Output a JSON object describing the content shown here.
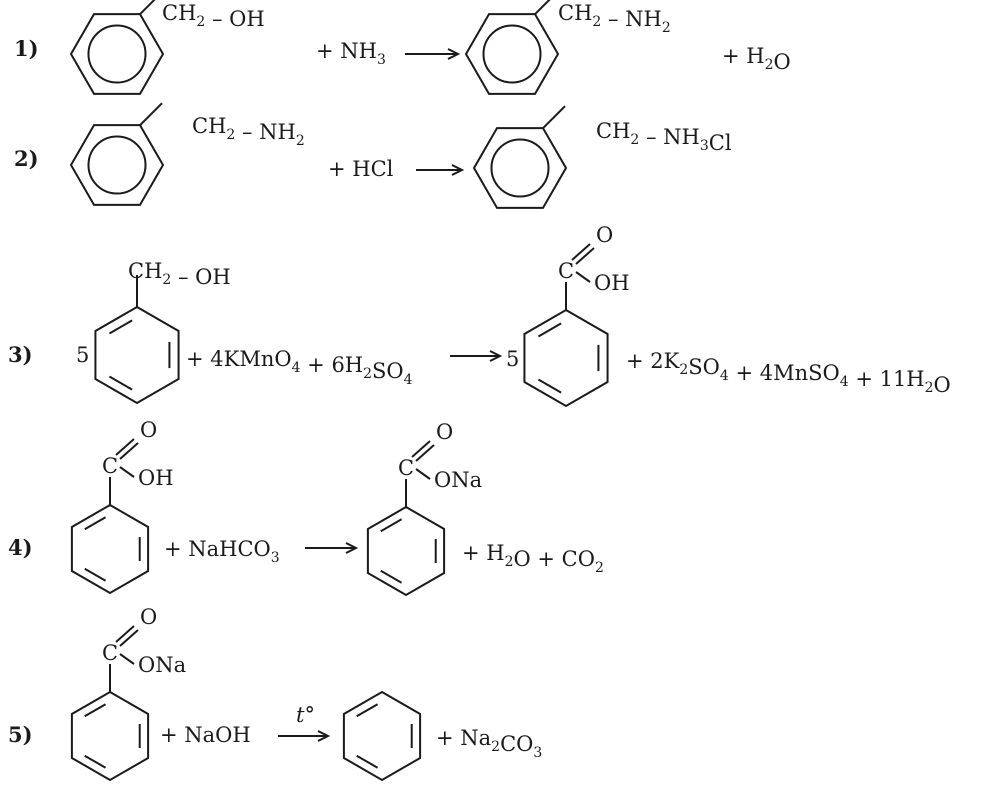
{
  "reactions": [
    {
      "number": "1)",
      "reactant_substituent": [
        [
          "CH",
          ""
        ],
        [
          "2",
          "sub"
        ],
        [
          " – OH",
          ""
        ]
      ],
      "reagent": [
        [
          "+ NH",
          ""
        ],
        [
          "3",
          "sub"
        ]
      ],
      "product_substituent": [
        [
          "CH",
          ""
        ],
        [
          "2",
          "sub"
        ],
        [
          " – NH",
          ""
        ],
        [
          "2",
          "sub"
        ]
      ],
      "byproducts": [
        [
          "+ H",
          ""
        ],
        [
          "2",
          "sub"
        ],
        [
          "O",
          ""
        ]
      ]
    },
    {
      "number": "2)",
      "reactant_substituent": [
        [
          "CH",
          ""
        ],
        [
          "2",
          "sub"
        ],
        [
          " – NH",
          ""
        ],
        [
          "2",
          "sub"
        ]
      ],
      "reagent": [
        [
          "+ HCl",
          ""
        ]
      ],
      "product_substituent": [
        [
          "CH",
          ""
        ],
        [
          "2",
          "sub"
        ],
        [
          " – NH",
          ""
        ],
        [
          "3",
          "sub"
        ],
        [
          "Cl",
          ""
        ]
      ]
    },
    {
      "number": "3)",
      "reactant_coefficient": "5",
      "reactant_substituent": [
        [
          "CH",
          ""
        ],
        [
          "2",
          "sub"
        ],
        [
          " – OH",
          ""
        ]
      ],
      "reagent": [
        [
          "+ 4KMnO",
          ""
        ],
        [
          "4",
          "sub"
        ],
        [
          " + 6H",
          ""
        ],
        [
          "2",
          "sub"
        ],
        [
          "SO",
          ""
        ],
        [
          "4",
          "sub"
        ]
      ],
      "product_coefficient": "5",
      "product_group": {
        "carbon": "C",
        "double_bond_atom": "O",
        "single_bond_group": "OH"
      },
      "byproducts": [
        [
          "+ 2K",
          ""
        ],
        [
          "2",
          "sub"
        ],
        [
          "SO",
          ""
        ],
        [
          "4",
          "sub"
        ],
        [
          " + 4MnSO",
          ""
        ],
        [
          "4",
          "sub"
        ],
        [
          " + 11H",
          ""
        ],
        [
          "2",
          "sub"
        ],
        [
          "O",
          ""
        ]
      ]
    },
    {
      "number": "4)",
      "reactant_group": {
        "carbon": "C",
        "double_bond_atom": "O",
        "single_bond_group": "OH"
      },
      "reagent": [
        [
          "+ NaHCO",
          ""
        ],
        [
          "3",
          "sub"
        ]
      ],
      "product_group": {
        "carbon": "C",
        "double_bond_atom": "O",
        "single_bond_group": "ONa"
      },
      "byproducts": [
        [
          "+ H",
          ""
        ],
        [
          "2",
          "sub"
        ],
        [
          "O + CO",
          ""
        ],
        [
          "2",
          "sub"
        ]
      ]
    },
    {
      "number": "5)",
      "reactant_group": {
        "carbon": "C",
        "double_bond_atom": "O",
        "single_bond_group": "ONa"
      },
      "reagent": [
        [
          "+ NaOH",
          ""
        ]
      ],
      "arrow_condition": "t°",
      "byproducts": [
        [
          "+ Na",
          ""
        ],
        [
          "2",
          "sub"
        ],
        [
          "CO",
          ""
        ],
        [
          "3",
          "sub"
        ]
      ]
    }
  ],
  "icons": {
    "ring": "benzene-ring-icon",
    "arrow": "reaction-arrow-icon"
  }
}
